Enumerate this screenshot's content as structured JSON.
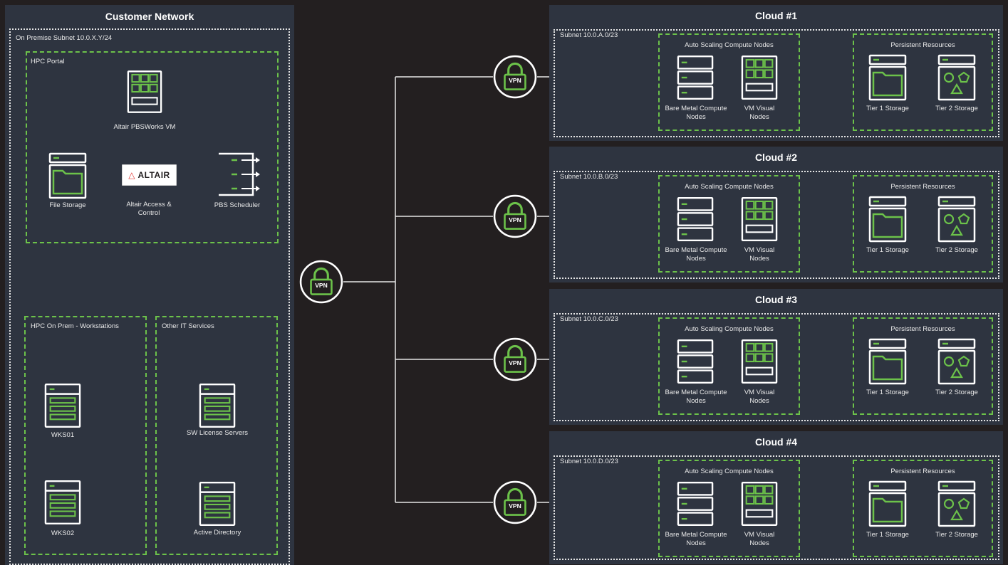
{
  "colors": {
    "background": "#231f20",
    "panel": "#2e3440",
    "accent": "#6cc24a",
    "line": "#e6e6e6"
  },
  "customer": {
    "title": "Customer Network",
    "subnet_label": "On Premise Subnet 10.0.X.Y/24",
    "portal": {
      "label": "HPC Portal",
      "pbsworks_label": "Altair PBSWorks VM",
      "file_storage_label": "File Storage",
      "altair_logo_text": "ALTAIR",
      "altair_access_label": "Altair Access & Control",
      "pbs_scheduler_label": "PBS Scheduler"
    },
    "workstations": {
      "label": "HPC On Prem - Workstations",
      "wks01": "WKS01",
      "wks02": "WKS02"
    },
    "it_services": {
      "label": "Other IT Services",
      "license": "SW License Servers",
      "ad": "Active Directory"
    }
  },
  "vpn_label": "VPN",
  "clouds": [
    {
      "title": "Cloud #1",
      "subnet": "Subnet  10.0.A.0/23",
      "asg_label": "Auto Scaling Compute Nodes",
      "bare_metal": "Bare Metal Compute Nodes",
      "vm_visual": "VM Visual Nodes",
      "persistent_label": "Persistent Resources",
      "tier1": "Tier 1 Storage",
      "tier2": "Tier 2 Storage"
    },
    {
      "title": "Cloud #2",
      "subnet": "Subnet  10.0.B.0/23",
      "asg_label": "Auto Scaling Compute Nodes",
      "bare_metal": "Bare Metal Compute Nodes",
      "vm_visual": "VM Visual Nodes",
      "persistent_label": "Persistent Resources",
      "tier1": "Tier 1 Storage",
      "tier2": "Tier 2 Storage"
    },
    {
      "title": "Cloud #3",
      "subnet": "Subnet  10.0.C.0/23",
      "asg_label": "Auto Scaling Compute Nodes",
      "bare_metal": "Bare Metal Compute Nodes",
      "vm_visual": "VM Visual Nodes",
      "persistent_label": "Persistent Resources",
      "tier1": "Tier 1 Storage",
      "tier2": "Tier 2 Storage"
    },
    {
      "title": "Cloud #4",
      "subnet": "Subnet  10.0.D.0/23",
      "asg_label": "Auto Scaling Compute Nodes",
      "bare_metal": "Bare Metal Compute Nodes",
      "vm_visual": "VM Visual Nodes",
      "persistent_label": "Persistent Resources",
      "tier1": "Tier 1 Storage",
      "tier2": "Tier 2 Storage"
    }
  ]
}
